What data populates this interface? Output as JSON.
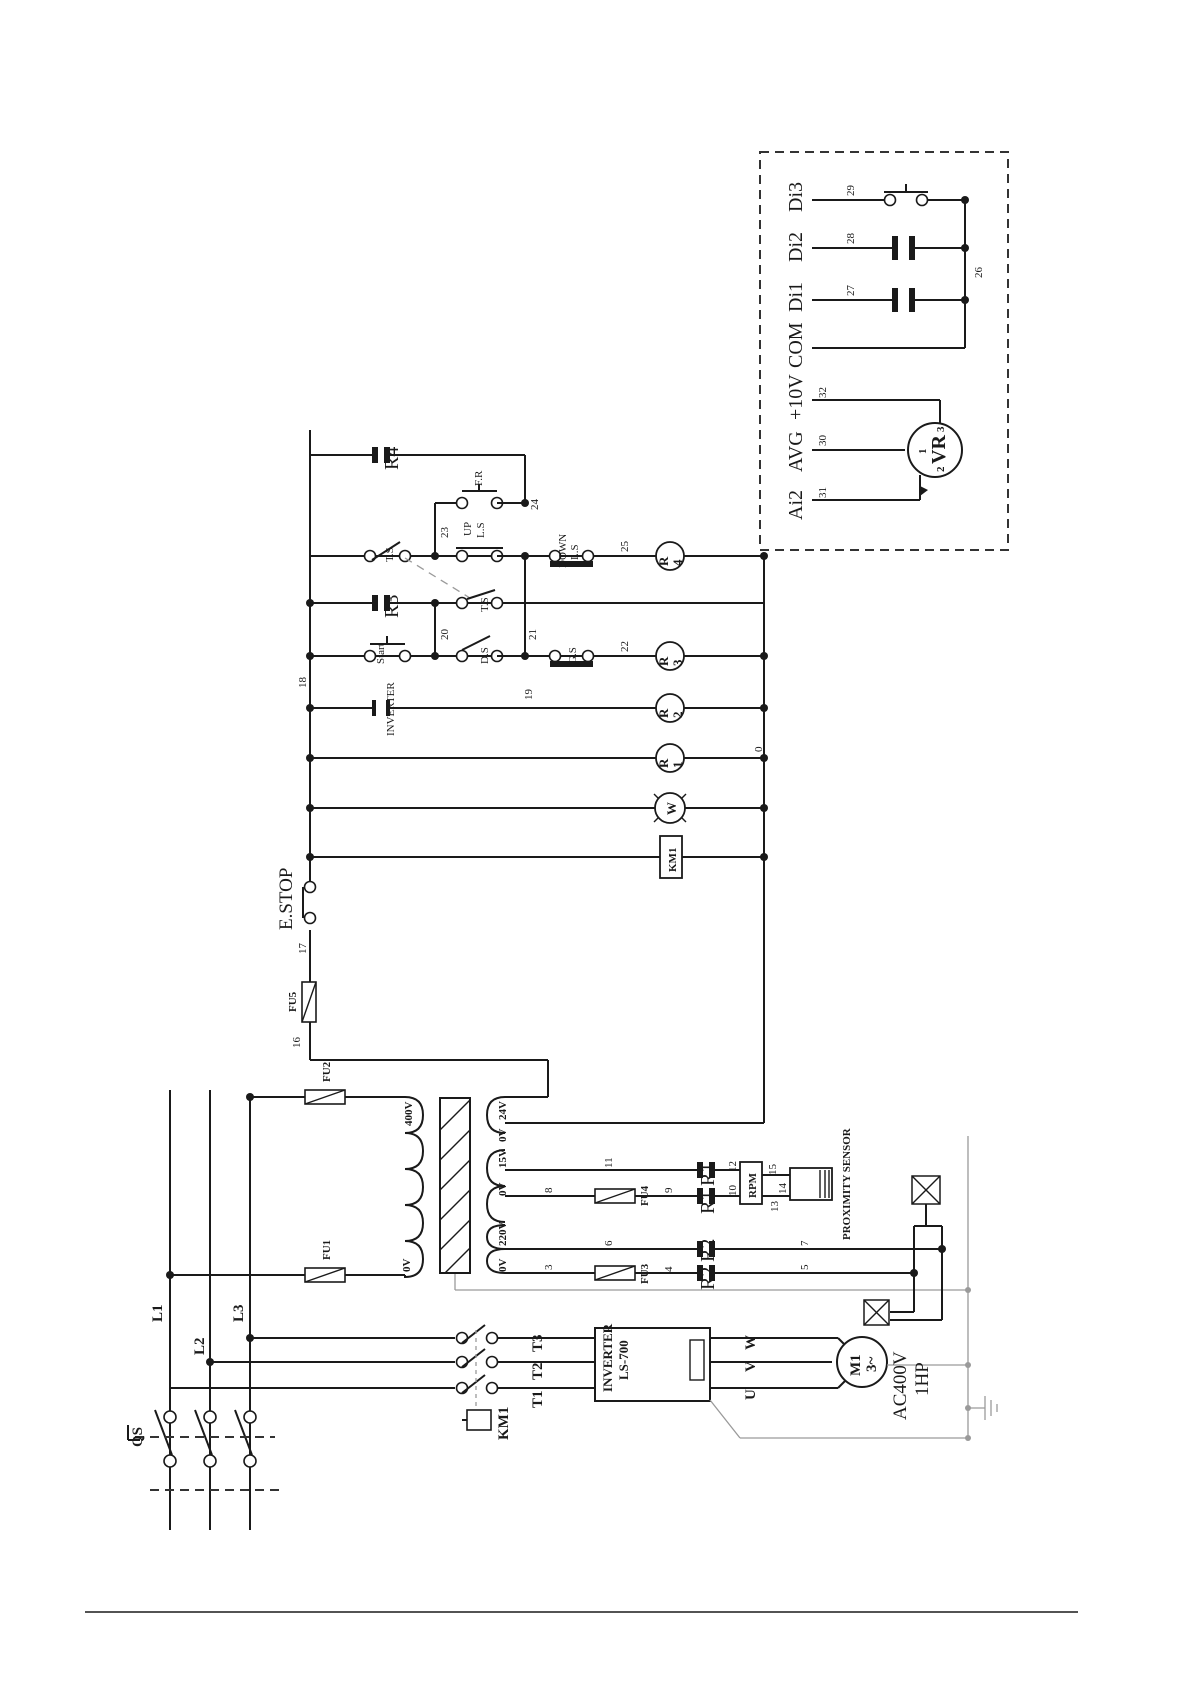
{
  "supply": {
    "l1": "L1",
    "l2": "L2",
    "l3": "L3",
    "qs": "QS"
  },
  "contactor": {
    "km1": "KM1",
    "t1": "T1",
    "t2": "T2",
    "t3": "T3"
  },
  "inverter": {
    "name": "INVERTER",
    "model": "LS-700",
    "u": "U",
    "v": "V",
    "w": "W"
  },
  "motor": {
    "name": "M1",
    "phase": "3~",
    "voltage": "AC400V",
    "power": "1HP"
  },
  "fuses": {
    "fu1": "FU1",
    "fu2": "FU2",
    "fu3": "FU3",
    "fu4": "FU4",
    "fu5": "FU5"
  },
  "transformer": {
    "primary_0v": "0V",
    "primary_400v": "400V",
    "sec_24v": "24V",
    "sec_0v_a": "0V",
    "sec_15v": "15V",
    "sec_0v_b": "0V",
    "sec_220v": "220V",
    "sec_0v_c": "0V"
  },
  "relays": {
    "r1": "R1",
    "r2": "R2",
    "r3": "R3",
    "r4": "R4",
    "coil_r1": "R\n1",
    "coil_r2": "R\n2",
    "coil_r3": "R\n3",
    "coil_r4": "R\n4",
    "coil_w": "W",
    "coil_km1": "KM1"
  },
  "control": {
    "estop": "E.STOP",
    "inverter_contact": "INVERTER",
    "start": "Start",
    "ds": "D.S",
    "gs": "G.S",
    "ts": "T.S",
    "ts2": "T.S",
    "up_ls_1": "UP",
    "up_ls_2": "L.S",
    "down_ls_1": "DOWN",
    "down_ls_2": "L.S",
    "fr": "F.R"
  },
  "sensor": {
    "rpm": "RPM",
    "proximity": "PROXIMITY SENSOR"
  },
  "wire_numbers": {
    "n3": "3",
    "n4": "4",
    "n5": "5",
    "n6": "6",
    "n7": "7",
    "n8": "8",
    "n9": "9",
    "n10": "10",
    "n11": "11",
    "n12": "12",
    "n13": "13",
    "n14": "14",
    "n15": "15",
    "n16": "16",
    "n17": "17",
    "n18": "18",
    "n19": "19",
    "n20": "20",
    "n21": "21",
    "n22": "22",
    "n23": "23",
    "n24": "24",
    "n25": "25",
    "n26": "26",
    "n27": "27",
    "n28": "28",
    "n29": "29",
    "n30": "30",
    "n31": "31",
    "n32": "32",
    "n0": "0"
  },
  "terminals": {
    "di3": "Di3",
    "di2": "Di2",
    "di1": "Di1",
    "com": "COM",
    "p10v": "+10V",
    "avg": "AVG",
    "ai2": "Ai2",
    "vr": "VR",
    "vr1": "1",
    "vr2": "2",
    "vr3": "3"
  }
}
